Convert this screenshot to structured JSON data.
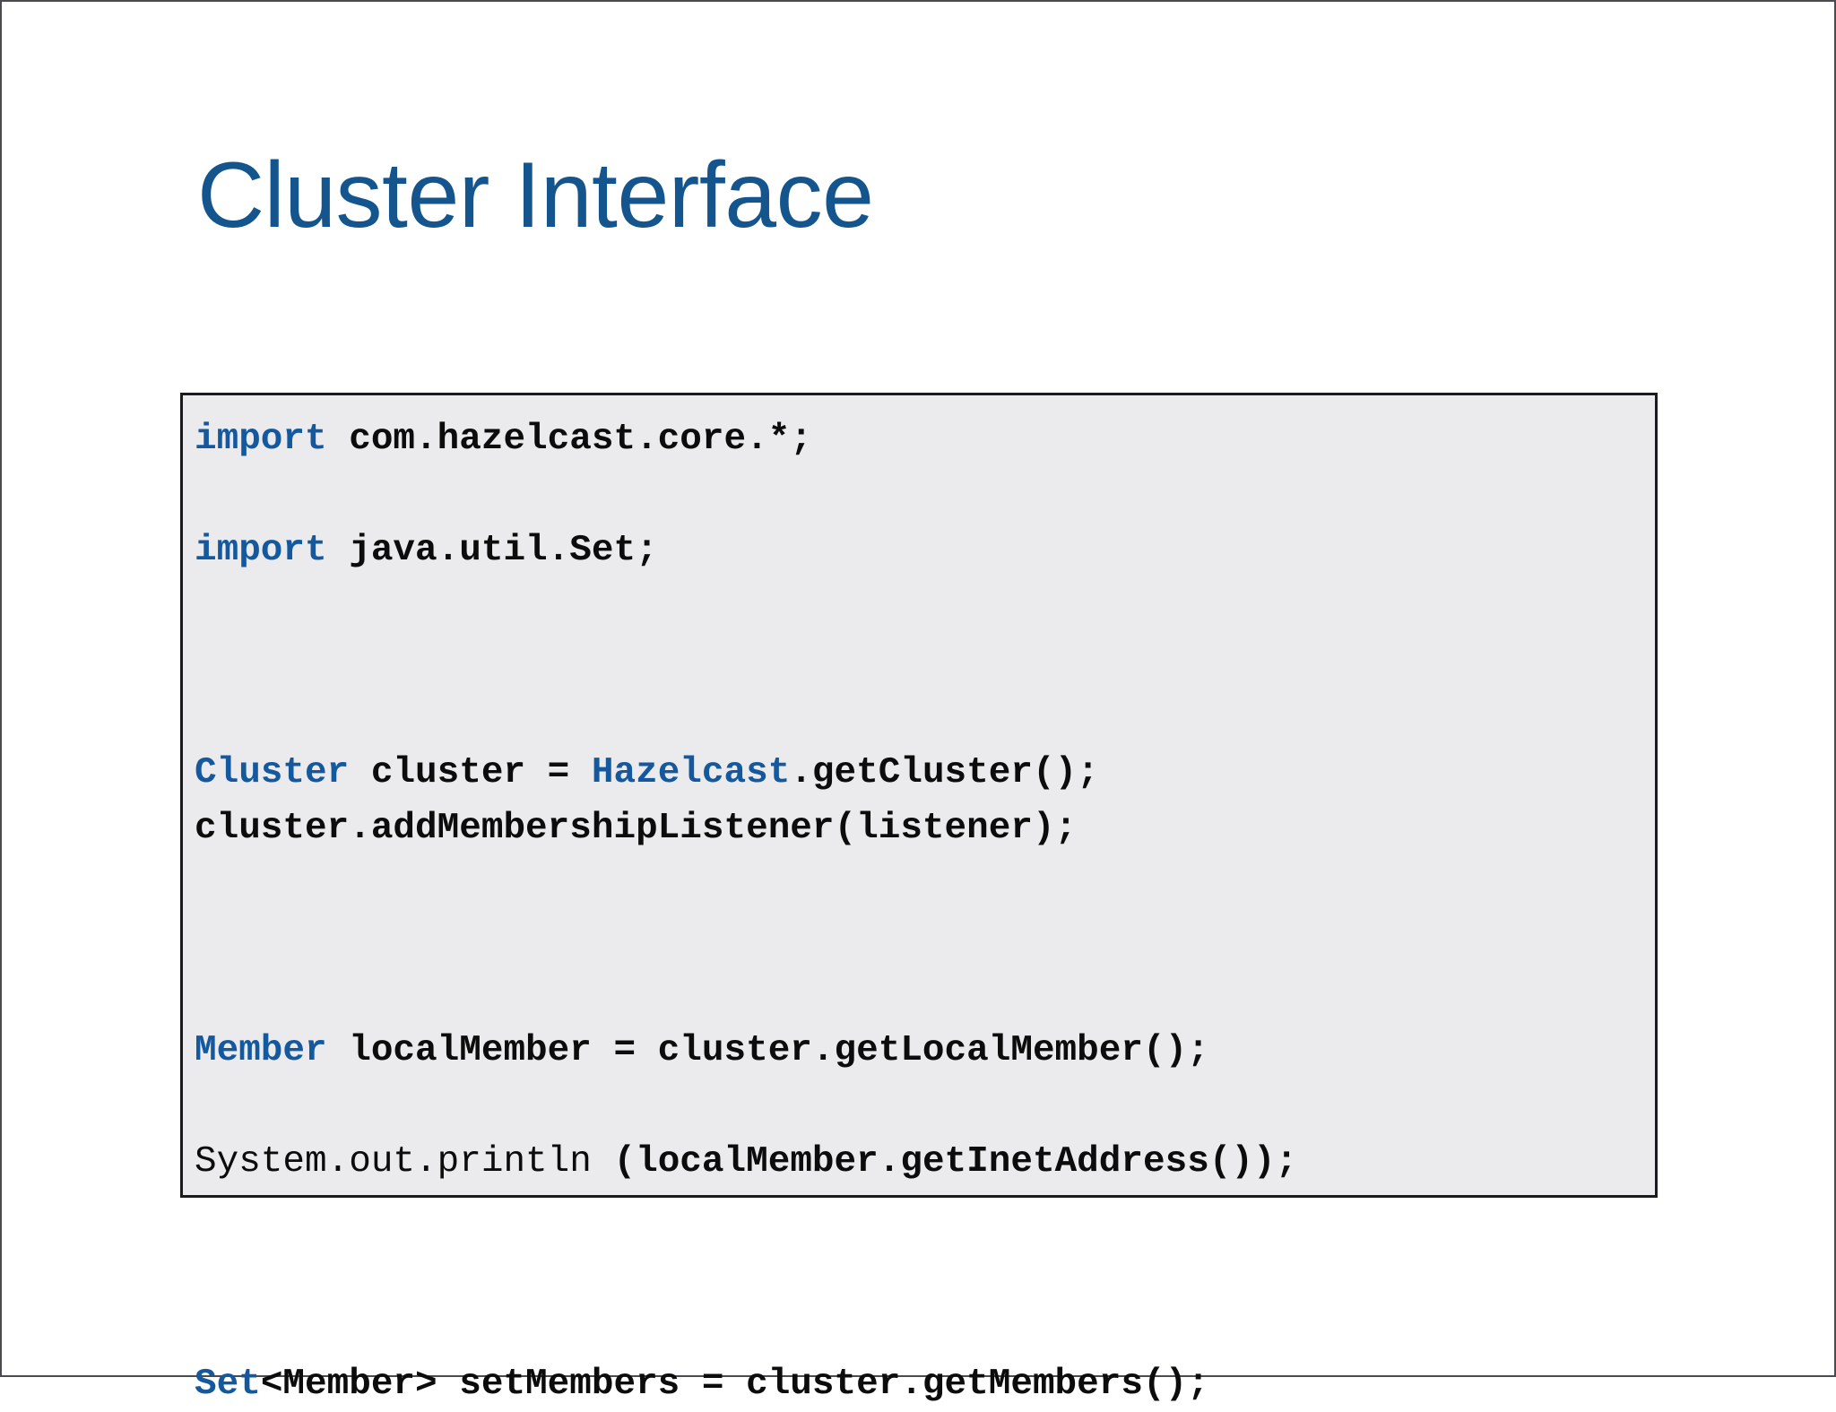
{
  "slide": {
    "title": "Cluster Interface",
    "title_color": "#14558e",
    "frame_border_color": "#4a4a4f",
    "background_color": "#ffffff"
  },
  "code_block": {
    "background_color": "#ebeaec",
    "border_color": "#1b1b1f",
    "keyword_color": "#14589e",
    "text_color": "#0c0c0c",
    "language": "java",
    "lines": [
      {
        "segments": [
          {
            "text": "import",
            "style": "keyword"
          },
          {
            "text": " com.hazelcast.core.*;",
            "style": "plain"
          }
        ]
      },
      {
        "segments": []
      },
      {
        "segments": [
          {
            "text": "import",
            "style": "keyword"
          },
          {
            "text": " java.util.Set;",
            "style": "plain"
          }
        ]
      },
      {
        "segments": []
      },
      {
        "segments": []
      },
      {
        "segments": []
      },
      {
        "segments": [
          {
            "text": "Cluster",
            "style": "keyword"
          },
          {
            "text": " cluster = ",
            "style": "plain"
          },
          {
            "text": "Hazelcast",
            "style": "keyword"
          },
          {
            "text": ".getCluster();",
            "style": "plain"
          }
        ]
      },
      {
        "segments": [
          {
            "text": "cluster.addMembershipListener(listener);",
            "style": "plain"
          }
        ]
      },
      {
        "segments": []
      },
      {
        "segments": []
      },
      {
        "segments": []
      },
      {
        "segments": [
          {
            "text": "Member",
            "style": "keyword"
          },
          {
            "text": " localMember = cluster.getLocalMember();",
            "style": "plain"
          }
        ]
      },
      {
        "segments": []
      },
      {
        "segments": [
          {
            "text": "System.out.println ",
            "style": "light"
          },
          {
            "text": "(localMember.getInetAddress());",
            "style": "plain"
          }
        ]
      },
      {
        "segments": []
      },
      {
        "segments": []
      },
      {
        "segments": []
      },
      {
        "segments": [
          {
            "text": "Set",
            "style": "keyword"
          },
          {
            "text": "<Member> setMembers = cluster.getMembers();",
            "style": "plain"
          }
        ]
      }
    ],
    "plain_text": "import com.hazelcast.core.*;\n\nimport java.util.Set;\n\n\n\nCluster cluster = Hazelcast.getCluster();\ncluster.addMembershipListener(listener);\n\n\n\nMember localMember = cluster.getLocalMember();\n\nSystem.out.println (localMember.getInetAddress());\n\n\n\nSet<Member> setMembers = cluster.getMembers();"
  }
}
